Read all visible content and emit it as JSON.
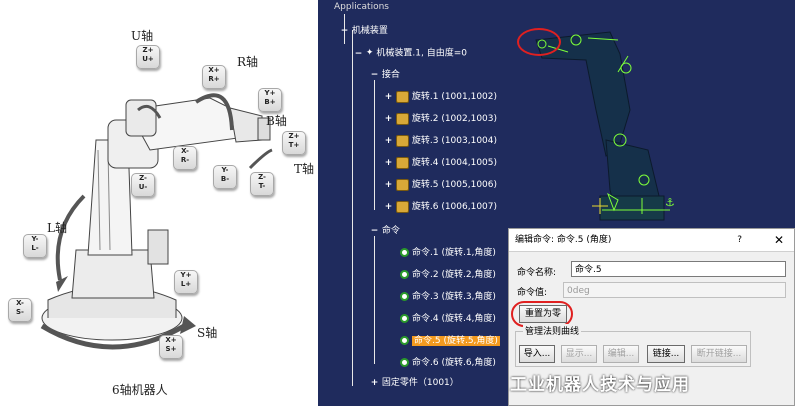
{
  "left_panel": {
    "axis_labels": {
      "u": "U轴",
      "r": "R轴",
      "b": "B轴",
      "t": "T轴",
      "l": "L轴",
      "s": "S轴"
    },
    "caption": "6轴机器人",
    "keys": {
      "u_plus": [
        "Z+",
        "U+"
      ],
      "u_minus": [
        "Z-",
        "U-"
      ],
      "r_plus": [
        "X+",
        "R+"
      ],
      "r_minus": [
        "X-",
        "R-"
      ],
      "b_plus": [
        "Y+",
        "B+"
      ],
      "b_minus": [
        "Y-",
        "B-"
      ],
      "t_plus": [
        "Z+",
        "T+"
      ],
      "t_minus": [
        "Z-",
        "T-"
      ],
      "l_plus": [
        "Y+",
        "L+"
      ],
      "l_minus": [
        "Y-",
        "L-"
      ],
      "s_plus": [
        "X+",
        "S+"
      ],
      "s_minus": [
        "X-",
        "S-"
      ]
    }
  },
  "tree": {
    "header": "Applications",
    "mechanism_root": "机械装置",
    "mechanism": "机械装置.1, 自由度=0",
    "joints_label": "接合",
    "joints": [
      "旋转.1 (1001,1002)",
      "旋转.2 (1002,1003)",
      "旋转.3 (1003,1004)",
      "旋转.4 (1004,1005)",
      "旋转.5 (1005,1006)",
      "旋转.6 (1006,1007)"
    ],
    "commands_label": "命令",
    "commands": [
      "命令.1 (旋转.1,角度)",
      "命令.2 (旋转.2,角度)",
      "命令.3 (旋转.3,角度)",
      "命令.4 (旋转.4,角度)",
      "命令.5 (旋转.5,角度)",
      "命令.6 (旋转.6,角度)"
    ],
    "selected_command_index": 4,
    "fixed_part": "固定零件（1001）"
  },
  "dialog": {
    "title": "编辑命令: 命令.5 (角度)",
    "help": "?",
    "close": "✕",
    "name_label": "命令名称:",
    "name_value": "命令.5",
    "value_label": "命令值:",
    "value_value": "0deg",
    "reset_button": "重置为零",
    "group_label": "管理法则曲线",
    "import_button": "导入...",
    "display_button": "显示...",
    "edit_button": "编辑...",
    "link_button": "链接...",
    "unlink_button": "断开链接..."
  },
  "watermark": "工业机器人技术与应用",
  "colors": {
    "viewport_bg": "#1f2b5d",
    "highlight": "#f39a1f",
    "annotation_red": "#e02020",
    "robot_body": "#15304a",
    "constraint_green": "#7dff3a"
  },
  "icons": {
    "joint_icon": "gear-joint-icon",
    "command_icon": "green-command-icon",
    "mechanism_icon": "mechanism-icon",
    "anchor_icon": "anchor-icon"
  }
}
